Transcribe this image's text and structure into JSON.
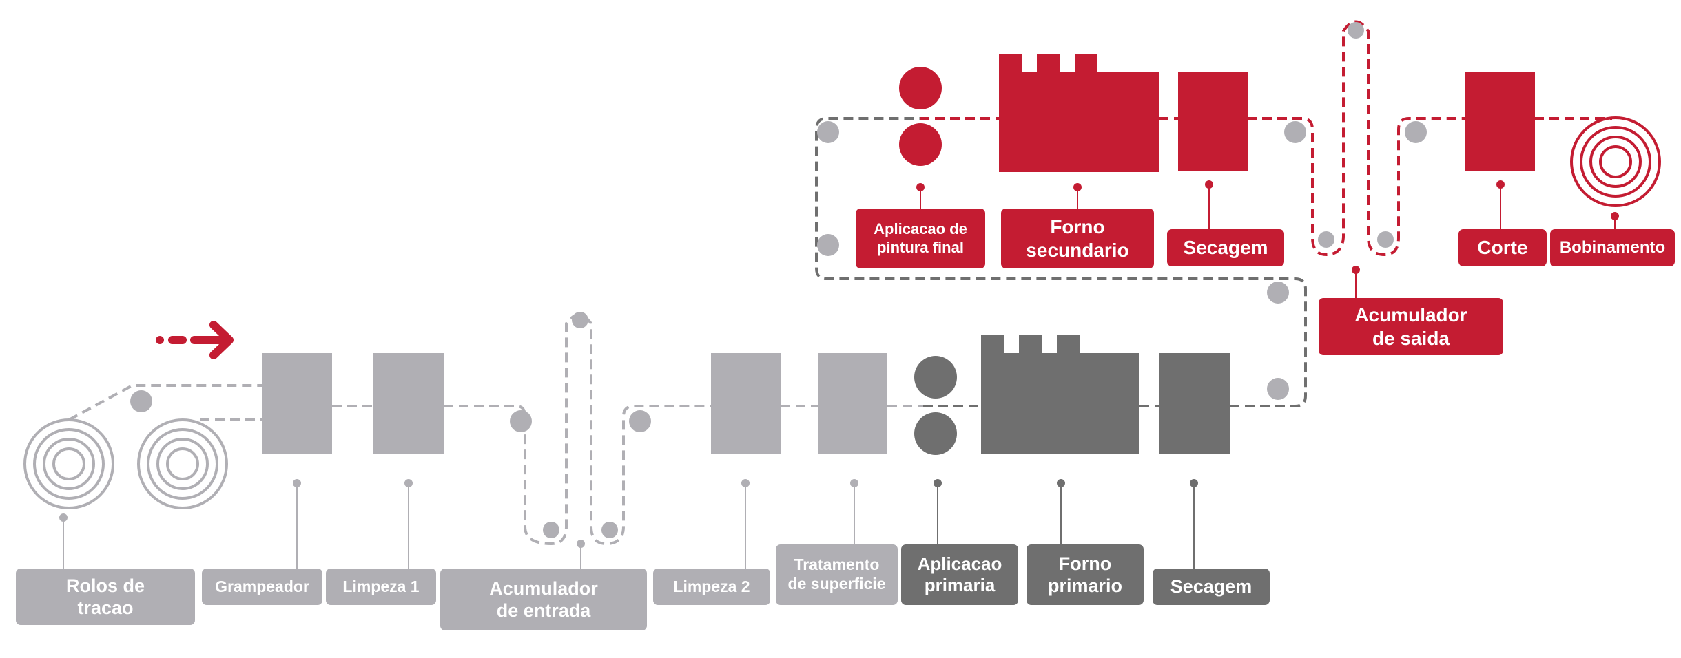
{
  "colors": {
    "stage_light": "#b0afb4",
    "stage_dark": "#6f6f6f",
    "stage_red": "#c41c32",
    "roller": "#b0afb4",
    "label_text": "#ffffff"
  },
  "flow_direction_icon": "right-arrow-icon",
  "stages": [
    {
      "id": "rolos-de-tracao",
      "label": "Rolos de\ntracao",
      "group": "light"
    },
    {
      "id": "grampeador",
      "label": "Grampeador",
      "group": "light"
    },
    {
      "id": "limpeza-1",
      "label": "Limpeza 1",
      "group": "light"
    },
    {
      "id": "acumulador-de-entrada",
      "label": "Acumulador\nde entrada",
      "group": "light"
    },
    {
      "id": "limpeza-2",
      "label": "Limpeza 2",
      "group": "light"
    },
    {
      "id": "tratamento-de-superficie",
      "label": "Tratamento\nde superficie",
      "group": "light"
    },
    {
      "id": "aplicacao-primaria",
      "label": "Aplicacao\nprimaria",
      "group": "dark"
    },
    {
      "id": "forno-primario",
      "label": "Forno\nprimario",
      "group": "dark"
    },
    {
      "id": "secagem-1",
      "label": "Secagem",
      "group": "dark"
    },
    {
      "id": "aplicacao-de-pintura-final",
      "label": "Aplicacao de\npintura final",
      "group": "red"
    },
    {
      "id": "forno-secundario",
      "label": "Forno\nsecundario",
      "group": "red"
    },
    {
      "id": "secagem-2",
      "label": "Secagem",
      "group": "red"
    },
    {
      "id": "acumulador-de-saida",
      "label": "Acumulador\nde saida",
      "group": "red"
    },
    {
      "id": "corte",
      "label": "Corte",
      "group": "red"
    },
    {
      "id": "bobinamento",
      "label": "Bobinamento",
      "group": "red"
    }
  ]
}
